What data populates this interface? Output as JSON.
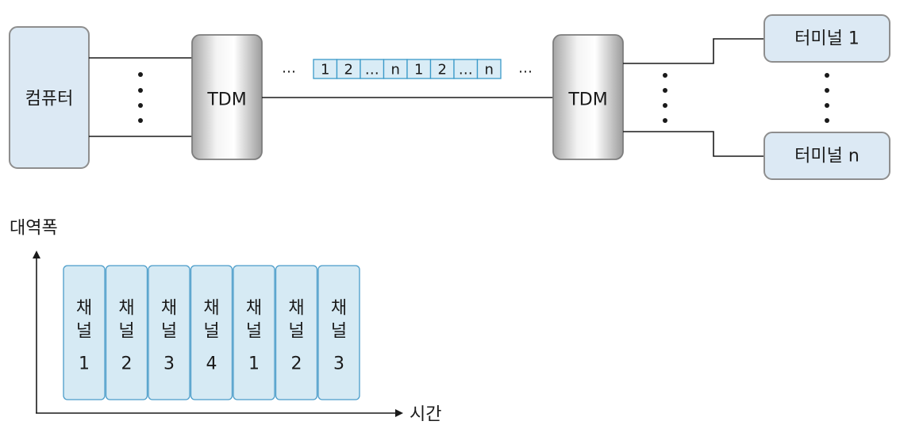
{
  "computer": {
    "label": "컴퓨터"
  },
  "tdm_left": {
    "label": "TDM"
  },
  "tdm_right": {
    "label": "TDM"
  },
  "terminals": [
    {
      "label": "터미널 1"
    },
    {
      "label": "터미널 n"
    }
  ],
  "frame": {
    "left_ellipsis": "…",
    "right_ellipsis": "…",
    "slots": [
      "1",
      "2",
      "…",
      "n",
      "1",
      "2",
      "…",
      "n"
    ]
  },
  "chart": {
    "y_axis_label": "대역폭",
    "x_axis_label": "시간",
    "channels": [
      {
        "line1": "채",
        "line2": "널",
        "num": "1"
      },
      {
        "line1": "채",
        "line2": "널",
        "num": "2"
      },
      {
        "line1": "채",
        "line2": "널",
        "num": "3"
      },
      {
        "line1": "채",
        "line2": "널",
        "num": "4"
      },
      {
        "line1": "채",
        "line2": "널",
        "num": "1"
      },
      {
        "line1": "채",
        "line2": "널",
        "num": "2"
      },
      {
        "line1": "채",
        "line2": "널",
        "num": "3"
      }
    ]
  },
  "colors": {
    "node_fill": "#dce9f4",
    "node_stroke": "#8e8e8e",
    "slot_fill": "#d9ecf6",
    "slot_stroke": "#3a9ac9",
    "channel_fill": "#d6eaf4",
    "channel_stroke": "#4a9cc9"
  }
}
